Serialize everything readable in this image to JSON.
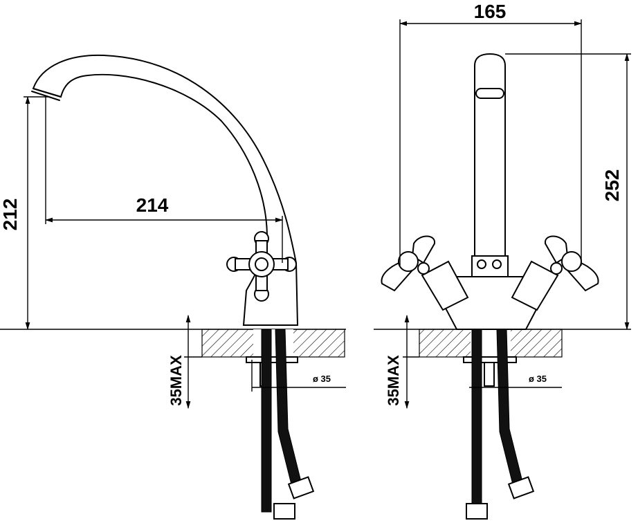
{
  "dimensions": {
    "spout_reach": "214",
    "spout_height": "212",
    "handle_span": "165",
    "total_height": "252",
    "max_thickness_left": "35MAX",
    "max_thickness_right": "35MAX",
    "hole_diameter_left": "ø 35",
    "hole_diameter_right": "ø 35"
  }
}
